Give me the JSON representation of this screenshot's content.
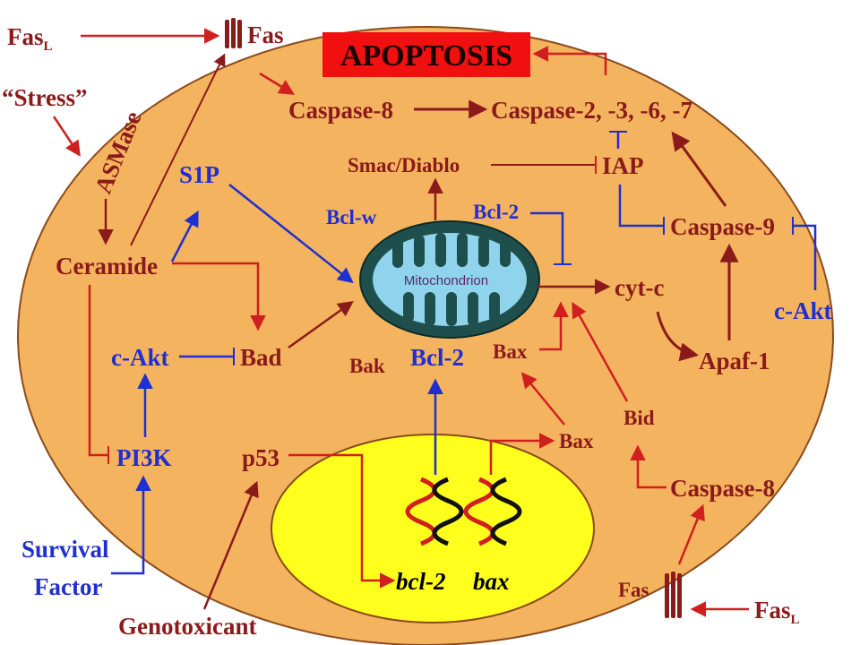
{
  "title": "APOPTOSIS",
  "colors": {
    "cell": "#f4b35e",
    "nucleus": "#ffff1e",
    "mitochondrion": "#1f4f4c",
    "red_arrow": "#d01f1f",
    "blue_arrow": "#1f2fd0",
    "dark_arrow": "#8b1a1a",
    "title_box": "#f01010"
  },
  "labels": {
    "fasl_top": "Fas",
    "fasl_top_sub": "L",
    "fas_top": "Fas",
    "stress": "“Stress”",
    "asmase": "ASMase",
    "caspase8_top": "Caspase-8",
    "caspases_exec": "Caspase-2, -3, -6, -7",
    "smac": "Smac/Diablo",
    "iap": "IAP",
    "s1p": "S1P",
    "bclw": "Bcl-w",
    "bcl2_top": "Bcl-2",
    "ceramide": "Ceramide",
    "caspase9": "Caspase-9",
    "mitochondrion": "Mitochondrion",
    "cytc": "cyt-c",
    "cakt_right": "c-Akt",
    "cakt_left": "c-Akt",
    "bad": "Bad",
    "bak": "Bak",
    "bcl2_mid": "Bcl-2",
    "bax_mid": "Bax",
    "apaf1": "Apaf-1",
    "bid": "Bid",
    "bax_low": "Bax",
    "pi3k": "PI3K",
    "p53": "p53",
    "caspase8_low": "Caspase-8",
    "survival": "Survival",
    "factor": "Factor",
    "gene_bcl2": "bcl-2",
    "gene_bax": "bax",
    "fas_low": "Fas",
    "fasl_low": "Fas",
    "fasl_low_sub": "L",
    "genotoxicant": "Genotoxicant"
  }
}
